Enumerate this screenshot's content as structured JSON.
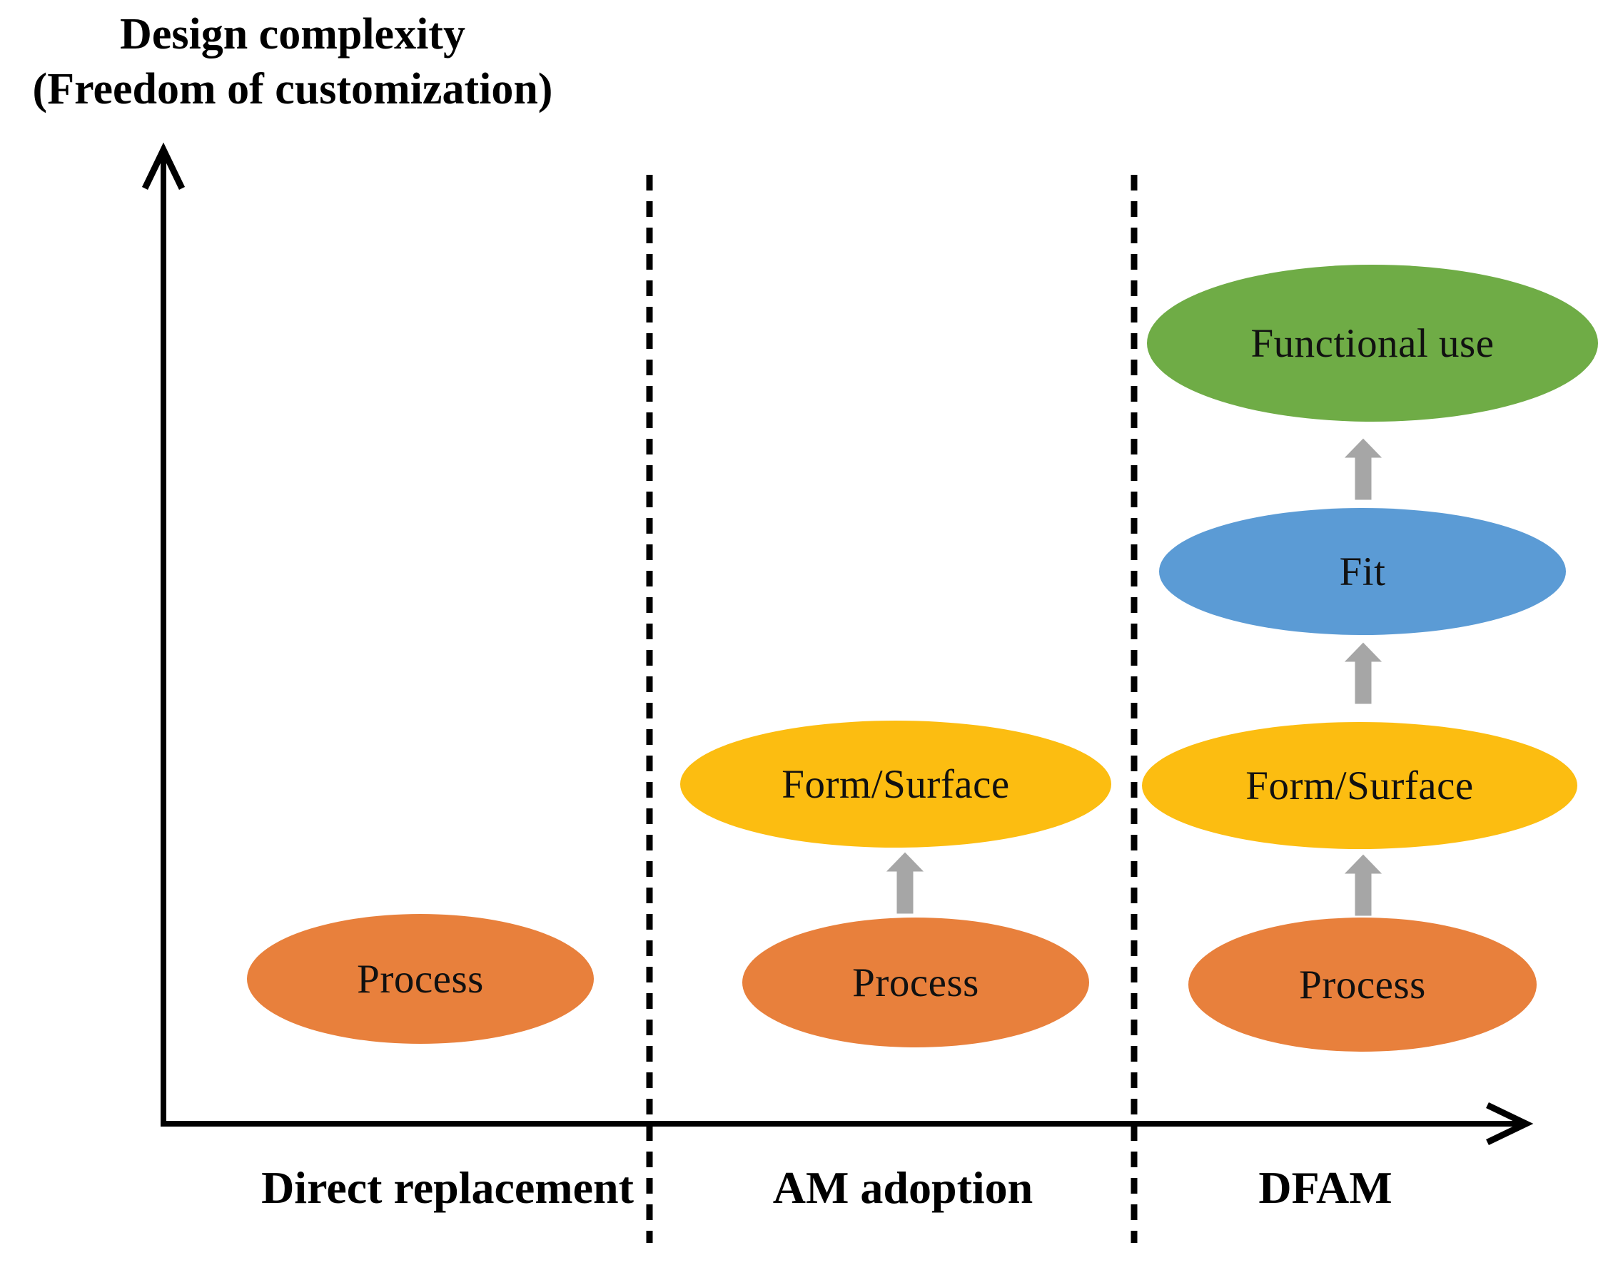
{
  "figure": {
    "y_axis_title_line1": "Design complexity",
    "y_axis_title_line2": "(Freedom of customization)"
  },
  "columns": [
    {
      "label": "Direct replacement"
    },
    {
      "label": "AM adoption"
    },
    {
      "label": "DFAM"
    }
  ],
  "stages": {
    "direct_replacement": {
      "process": "Process"
    },
    "am_adoption": {
      "process": "Process",
      "form_surface": "Form/Surface"
    },
    "dfam": {
      "process": "Process",
      "form_surface": "Form/Surface",
      "fit": "Fit",
      "functional_use": "Functional use"
    }
  },
  "colors": {
    "process_orange": "#E8803C",
    "form_surface_gold": "#FCBD11",
    "fit_blue": "#5B9BD5",
    "functional_green": "#6FAC46",
    "arrow_gray": "#A6A6A6",
    "axis_black": "#000000"
  }
}
